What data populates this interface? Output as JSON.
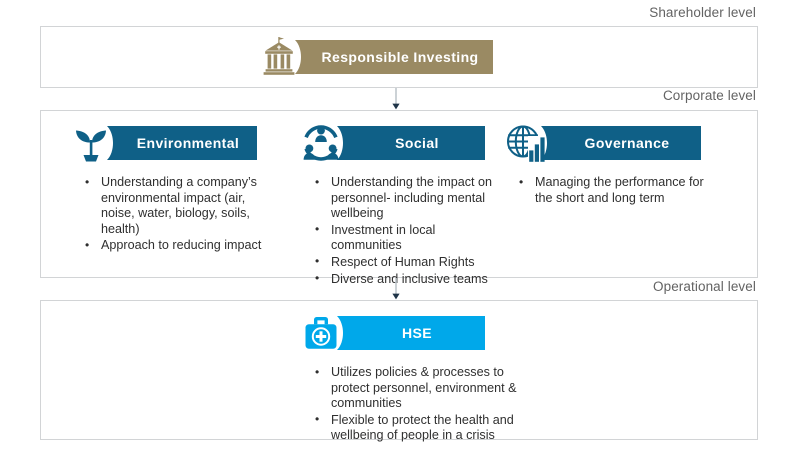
{
  "levels": {
    "shareholder": "Shareholder level",
    "corporate": "Corporate level",
    "operational": "Operational level"
  },
  "colors": {
    "shareholder_banner": "#9a8a63",
    "corporate_banner": "#0f6087",
    "operational_banner": "#00a8ea",
    "panel_border": "#d2d4d6",
    "level_label_text": "#636363",
    "body_text": "#2f2f2f",
    "arrow_line": "#bfc6cc",
    "arrow_head": "#1f3448",
    "banner_text": "#ffffff",
    "background": "#ffffff"
  },
  "shareholder_node": {
    "label": "Responsible  Investing",
    "icon": "classical-building-icon"
  },
  "corporate_nodes": [
    {
      "id": "environmental",
      "label": "Environmental",
      "icon": "sprout-icon",
      "bullets": [
        "Understanding a company’s environmental impact (air, noise, water, biology, soils, health)",
        "Approach to reducing impact"
      ]
    },
    {
      "id": "social",
      "label": "Social",
      "icon": "people-circle-icon",
      "bullets": [
        "Understanding the impact on personnel- including mental wellbeing",
        "Investment in local communities",
        "Respect of Human Rights",
        "Diverse and inclusive teams"
      ]
    },
    {
      "id": "governance",
      "label": "Governance",
      "icon": "globe-barchart-icon",
      "bullets": [
        "Managing the performance for the short and long term"
      ]
    }
  ],
  "operational_node": {
    "id": "hse",
    "label": "HSE",
    "icon": "medical-kit-icon",
    "bullets": [
      "Utilizes policies & processes to protect personnel, environment & communities",
      "Flexible to protect the health and wellbeing of people in a crisis"
    ]
  },
  "connectors": [
    {
      "id": "shareholder-to-corporate",
      "icon": "down-arrow-icon"
    },
    {
      "id": "corporate-to-operational",
      "icon": "down-arrow-icon"
    }
  ]
}
